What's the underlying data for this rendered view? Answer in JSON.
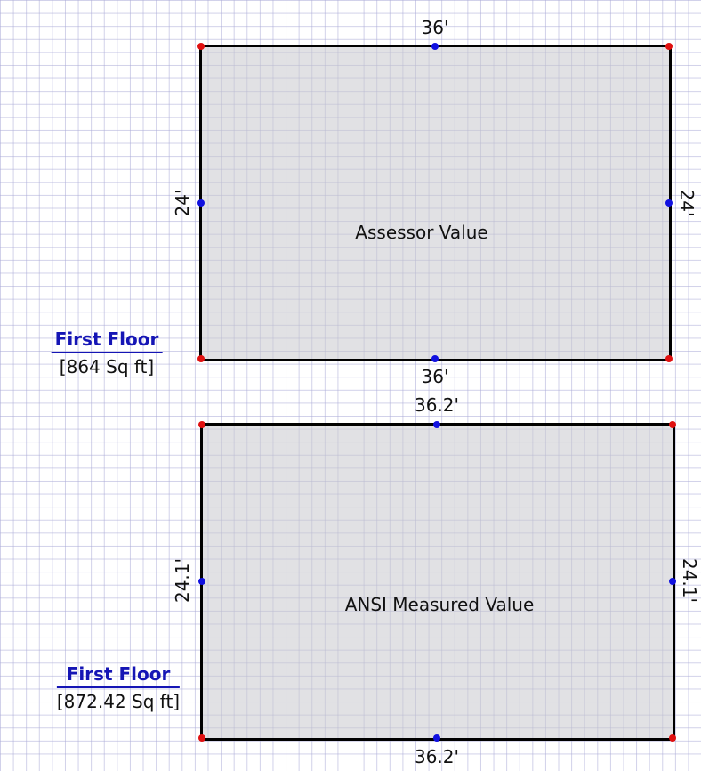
{
  "rooms": [
    {
      "name": "Assessor Value",
      "top_dim": "36'",
      "bottom_dim": "36'",
      "left_dim": "24'",
      "right_dim": "24'",
      "floor_label": {
        "title": "First Floor",
        "area": "[864 Sq ft]"
      }
    },
    {
      "name": "ANSI Measured Value",
      "top_dim": "36.2'",
      "bottom_dim": "36.2'",
      "left_dim": "24.1'",
      "right_dim": "24.1'",
      "floor_label": {
        "title": "First Floor",
        "area": "[872.42 Sq ft]"
      }
    }
  ],
  "colors": {
    "wall": "#000000",
    "corner_point": "#e01010",
    "midpoint": "#1010e0",
    "floor_title": "#1515b5",
    "room_fill": "#d9d9de"
  }
}
